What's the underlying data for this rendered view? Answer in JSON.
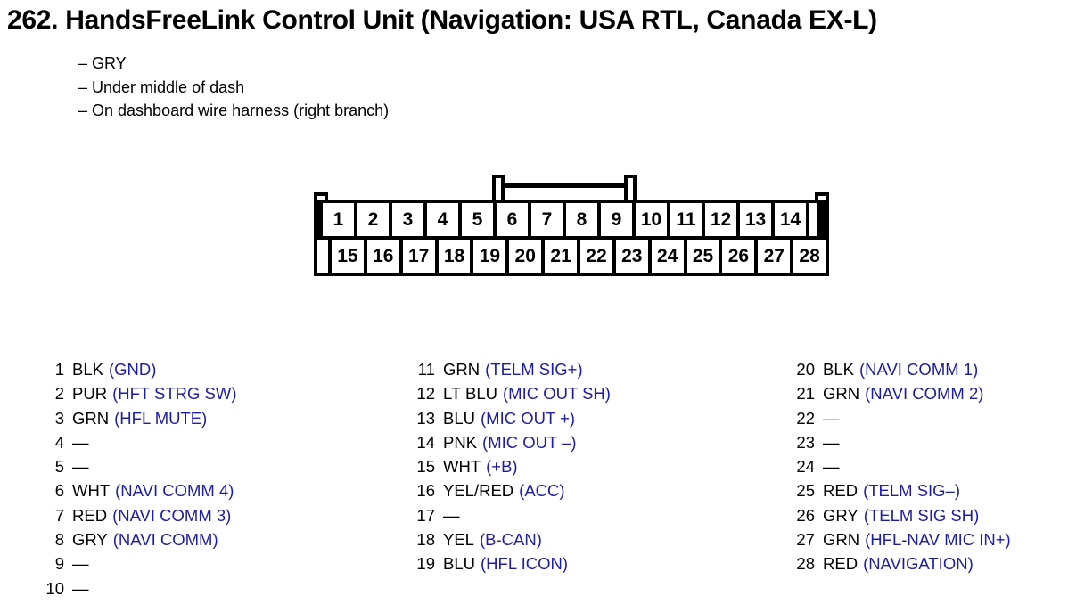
{
  "title": "262. HandsFreeLink Control Unit (Navigation: USA RTL, Canada EX-L)",
  "notes": [
    "– GRY",
    "– Under middle of dash",
    "– On dashboard wire harness (right branch)"
  ],
  "connector": {
    "top_row": [
      "1",
      "2",
      "3",
      "4",
      "5",
      "6",
      "7",
      "8",
      "9",
      "10",
      "11",
      "12",
      "13",
      "14"
    ],
    "bottom_row": [
      "15",
      "16",
      "17",
      "18",
      "19",
      "20",
      "21",
      "22",
      "23",
      "24",
      "25",
      "26",
      "27",
      "28"
    ]
  },
  "pins": {
    "column1": [
      {
        "num": "1",
        "wire": "BLK",
        "function": "(GND)"
      },
      {
        "num": "2",
        "wire": "PUR",
        "function": "(HFT STRG SW)"
      },
      {
        "num": "3",
        "wire": "GRN",
        "function": "(HFL MUTE)"
      },
      {
        "num": "4",
        "wire": "—",
        "function": ""
      },
      {
        "num": "5",
        "wire": "—",
        "function": ""
      },
      {
        "num": "6",
        "wire": "WHT",
        "function": "(NAVI COMM 4)"
      },
      {
        "num": "7",
        "wire": "RED",
        "function": "(NAVI COMM 3)"
      },
      {
        "num": "8",
        "wire": "GRY",
        "function": "(NAVI COMM)"
      },
      {
        "num": "9",
        "wire": "—",
        "function": ""
      },
      {
        "num": "10",
        "wire": "—",
        "function": ""
      }
    ],
    "column2": [
      {
        "num": "11",
        "wire": "GRN",
        "function": "(TELM SIG+)"
      },
      {
        "num": "12",
        "wire": "LT BLU",
        "function": "(MIC OUT SH)"
      },
      {
        "num": "13",
        "wire": "BLU",
        "function": "(MIC OUT +)"
      },
      {
        "num": "14",
        "wire": "PNK",
        "function": "(MIC OUT –)"
      },
      {
        "num": "15",
        "wire": "WHT",
        "function": "(+B)"
      },
      {
        "num": "16",
        "wire": "YEL/RED",
        "function": "(ACC)"
      },
      {
        "num": "17",
        "wire": "—",
        "function": ""
      },
      {
        "num": "18",
        "wire": "YEL",
        "function": "(B-CAN)"
      },
      {
        "num": "19",
        "wire": "BLU",
        "function": "(HFL ICON)"
      }
    ],
    "column3": [
      {
        "num": "20",
        "wire": "BLK",
        "function": "(NAVI COMM 1)"
      },
      {
        "num": "21",
        "wire": "GRN",
        "function": "(NAVI COMM 2)"
      },
      {
        "num": "22",
        "wire": "—",
        "function": ""
      },
      {
        "num": "23",
        "wire": "—",
        "function": ""
      },
      {
        "num": "24",
        "wire": "—",
        "function": ""
      },
      {
        "num": "25",
        "wire": "RED",
        "function": "(TELM SIG–)"
      },
      {
        "num": "26",
        "wire": "GRY",
        "function": "(TELM SIG SH)"
      },
      {
        "num": "27",
        "wire": "GRN",
        "function": "(HFL-NAV MIC IN+)"
      },
      {
        "num": "28",
        "wire": "RED",
        "function": "(NAVIGATION)"
      }
    ]
  },
  "colors": {
    "function_text_blue": "#1e1ea0",
    "diagram_ink": "#000000",
    "background": "#ffffff"
  }
}
